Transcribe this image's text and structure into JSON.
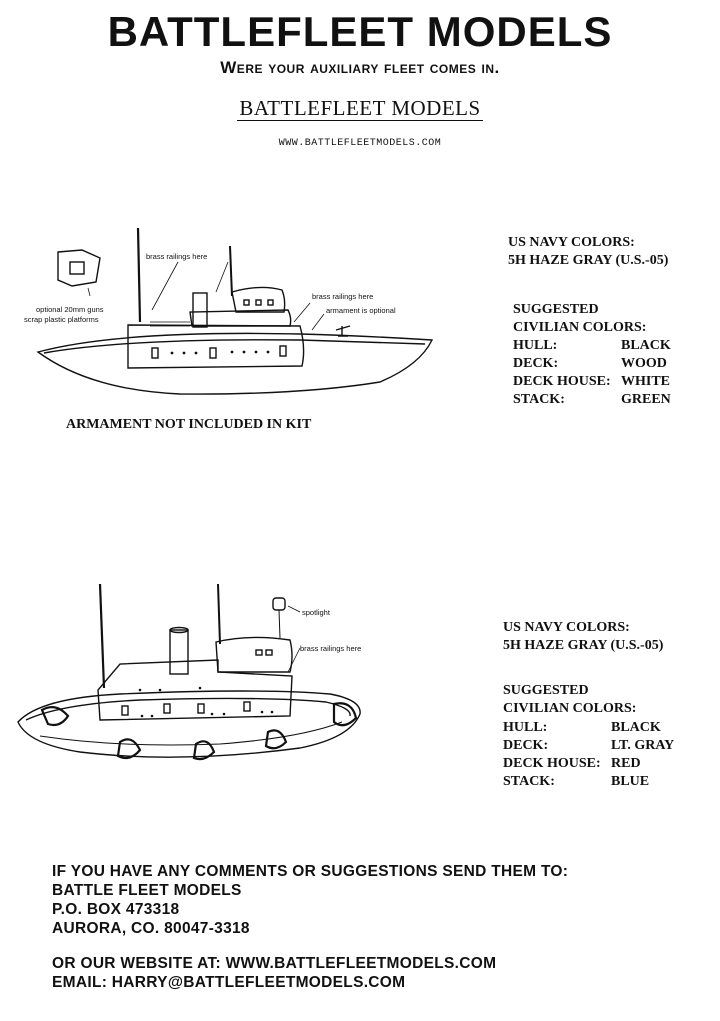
{
  "header": {
    "title": "BATTLEFLEET MODELS",
    "tagline": "Were your auxiliary fleet comes in.",
    "logo_text": "BATTLEFLEET MODELS",
    "website": "WWW.BATTLEFLEETMODELS.COM"
  },
  "ship1": {
    "labels": {
      "brass_railings_1": "brass railings here",
      "brass_railings_2": "brass railings here",
      "armament_optional": "armament is optional",
      "guns_line1": "optional 20mm guns",
      "guns_line2": "scrap plastic platforms"
    },
    "caption": "ARMAMENT NOT INCLUDED IN KIT",
    "navy_title": "US NAVY COLORS:",
    "navy_color": "5H HAZE GRAY  (U.S.-05)",
    "civilian_line1": "SUGGESTED",
    "civilian_line2": "CIVILIAN COLORS:",
    "colors": [
      {
        "part": "HULL:",
        "color": "BLACK"
      },
      {
        "part": "DECK:",
        "color": "WOOD"
      },
      {
        "part": "DECK HOUSE:",
        "color": "WHITE"
      },
      {
        "part": "STACK:",
        "color": "GREEN"
      }
    ]
  },
  "ship2": {
    "labels": {
      "spotlight": "spotlight",
      "brass_railings": "brass railings here"
    },
    "navy_title": "US NAVY COLORS:",
    "navy_color": "5H HAZE GRAY  (U.S.-05)",
    "civilian_line1": "SUGGESTED",
    "civilian_line2": "CIVILIAN COLORS:",
    "colors": [
      {
        "part": "HULL:",
        "color": "BLACK"
      },
      {
        "part": "DECK:",
        "color": "LT. GRAY"
      },
      {
        "part": "DECK HOUSE:",
        "color": "RED"
      },
      {
        "part": "STACK:",
        "color": "BLUE"
      }
    ]
  },
  "footer": {
    "line1": "IF YOU HAVE ANY COMMENTS OR SUGGESTIONS SEND THEM TO:",
    "line2": "BATTLE FLEET MODELS",
    "line3": "P.O. BOX 473318",
    "line4": "AURORA, CO. 80047-3318",
    "website_line": "OR OUR WEBSITE AT: WWW.BATTLEFLEETMODELS.COM",
    "email_line": "EMAIL: HARRY@BATTLEFLEETMODELS.COM"
  }
}
